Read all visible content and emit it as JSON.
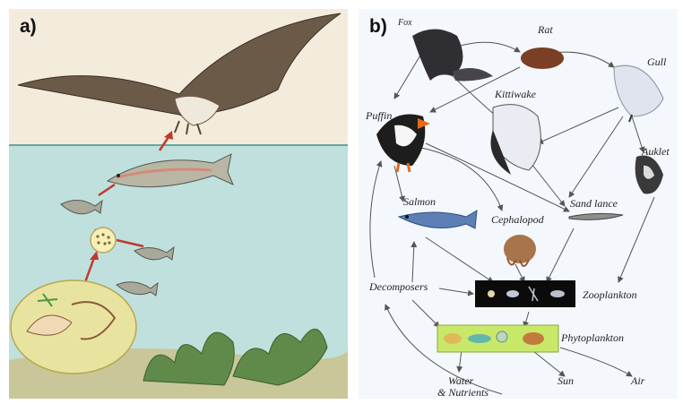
{
  "panel_a": {
    "label": "a)"
  },
  "panel_b": {
    "label": "b)",
    "nodes": {
      "fox": "Fox",
      "rat": "Rat",
      "gull": "Gull",
      "kittiwake": "Kittiwake",
      "puffin": "Puffin",
      "auklet": "Auklet",
      "salmon": "Salmon",
      "cephalopod": "Cephalopod",
      "sand_lance": "Sand lance",
      "decomposers": "Decomposers",
      "zooplankton": "Zooplankton",
      "phytoplankton": "Phytoplankton",
      "water_line1": "Water",
      "water_line2": "& Nutrients",
      "sun": "Sun",
      "air": "Air"
    }
  },
  "colors": {
    "sky": "#f3ecdd",
    "water": "#bfe0dd",
    "sediment": "#c9c79a",
    "panel_b_bg": "#f4f7fb",
    "arrow_a": "#c0392b",
    "arrow_b": "#555555"
  }
}
